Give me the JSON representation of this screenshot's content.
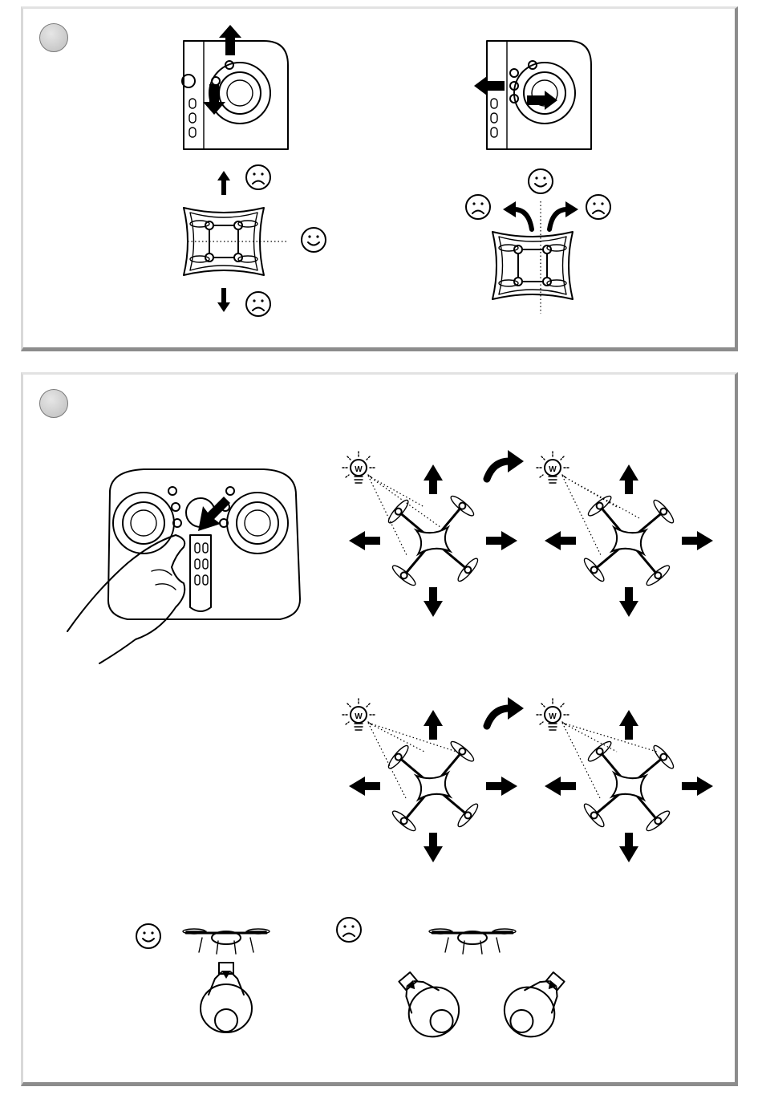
{
  "panels": [
    {
      "name": "vertical-and-turn-controls"
    },
    {
      "name": "headless-mode-and-orientation"
    }
  ],
  "light_label": "W",
  "icons": {
    "happy": "smiley-happy-icon",
    "sad": "smiley-sad-icon",
    "arrow": "arrow-icon",
    "light": "light-bulb-icon",
    "curved": "curved-arrow-icon"
  },
  "colors": {
    "ink": "#000000",
    "panel_shadow": "#8c8c8c",
    "badge": "#c8c8c8"
  }
}
